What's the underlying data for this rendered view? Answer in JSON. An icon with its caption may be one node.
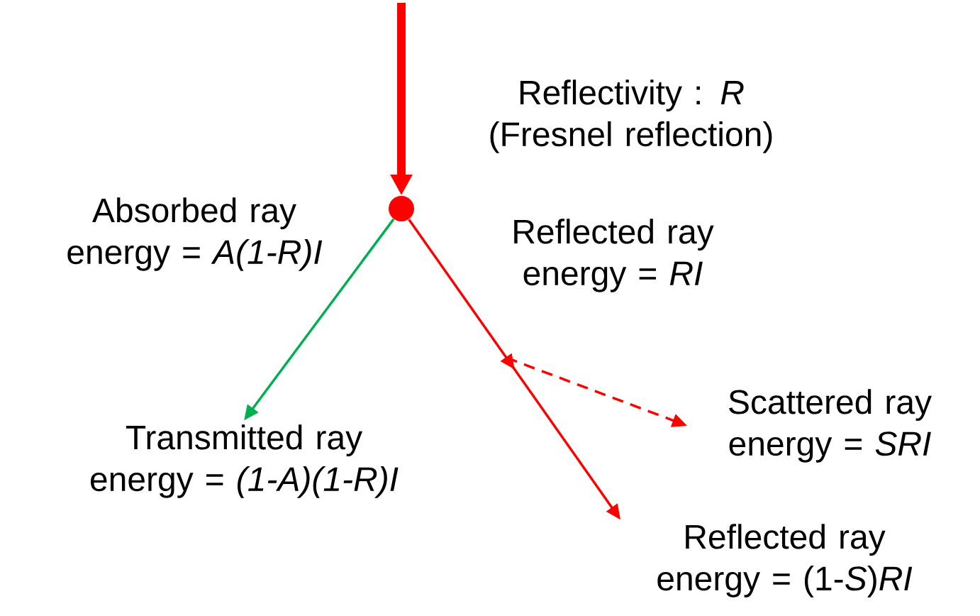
{
  "diagram": {
    "nodes": [
      {
        "text": [],
        "shape": "circle"
      },
      {
        "text": [
          "Transmitted ray energy = *(1-A)(1-R)I*"
        ]
      },
      {
        "text": [
          "Scattered ray energy = *SRI*"
        ]
      },
      {
        "text": [
          "Reflected ray energy = (1-*S*)*RI*"
        ]
      }
    ],
    "edges": [
      {
        "from": null,
        "to": 0,
        "arrow": "to",
        "style": "thick"
      },
      {
        "from": 0,
        "to": 1,
        "arrow": "to",
        "color": "#00b050"
      },
      {
        "from": 0,
        "to": 3,
        "arrow": "to"
      },
      {
        "from": null,
        "to": 2,
        "arrow": "to",
        "style": "dashed"
      }
    ],
    "labels": [
      "Reflectivity : *R* (Fresnel reflection)",
      "Absorbed ray energy = *A(1-R)I*",
      "Reflected ray energy = *RI*"
    ]
  }
}
